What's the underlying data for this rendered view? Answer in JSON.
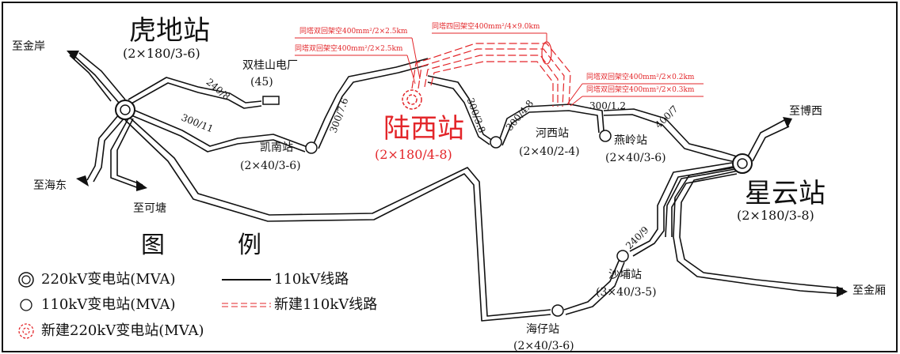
{
  "colors": {
    "line": "#111111",
    "new": "#e3262a",
    "frame": "#111111"
  },
  "stations": {
    "hudi": {
      "name": "虎地站",
      "cap": "(2×180/3-6)"
    },
    "xingyun": {
      "name": "星云站",
      "cap": "(2×180/3-8)"
    },
    "luxi": {
      "name": "陆西站",
      "cap": "(2×180/4-8)"
    },
    "kainan": {
      "name": "凯南站",
      "cap": "(2×40/3-6)"
    },
    "hexi": {
      "name": "河西站",
      "cap": "(2×40/2-4)"
    },
    "yanling": {
      "name": "燕岭站",
      "cap": "(2×40/3-6)"
    },
    "shabu": {
      "name": "沙埔站",
      "cap": "(3×40/3-5)"
    },
    "haizai": {
      "name": "海仔站",
      "cap": "(2×40/3-6)"
    },
    "plant": {
      "name": "双桂山电厂",
      "cap": "(45)"
    }
  },
  "destinations": {
    "jinan": "至金岸",
    "haidong": "至海东",
    "ketang": "至可塘",
    "boxi": "至博西",
    "jinxiang": "至金厢"
  },
  "line_labels": {
    "l240_8": "240/8",
    "l300_11": "300/11",
    "l300_7_6": "300/7.6",
    "l300_3_8": "300/3.8",
    "l300_4_8": "300/4.8",
    "l300_1_2": "300/1.2",
    "l400_7": "400/7",
    "l240_9": "240/9"
  },
  "annotations": {
    "a1": "同塔双回架空400mm²/2×2.5km",
    "a2": "同塔双回架空400mm²/2×2.5km",
    "a3": "同塔四回架空400mm²/4×9.0km",
    "a4": "同塔双回架空400mm²/2×0.2km",
    "a5": "同塔双回架空400mm²/2×0.3km"
  },
  "legend": {
    "title1": "图",
    "title2": "例",
    "s220": "220kV变电站(MVA)",
    "s110": "110kV变电站(MVA)",
    "snew": "新建220kV变电站(MVA)",
    "l110": "110kV线路",
    "lnew": "新建110kV线路"
  }
}
